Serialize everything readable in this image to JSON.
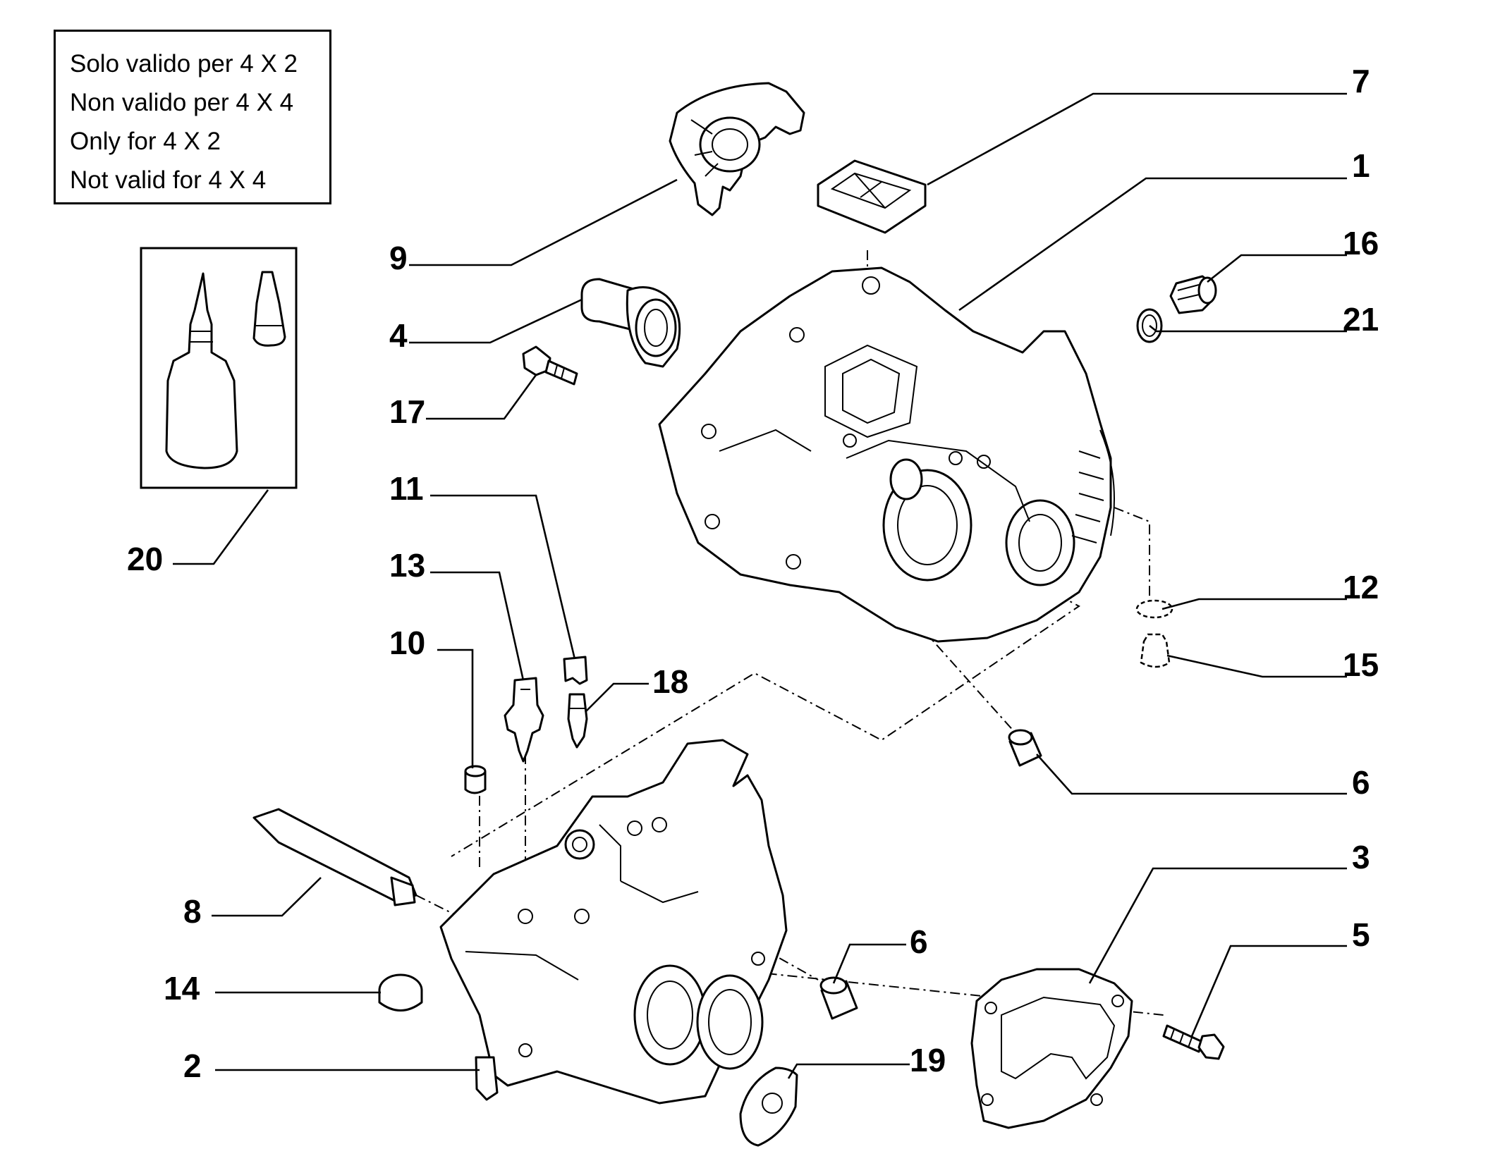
{
  "note": {
    "lines": [
      "Solo valido per 4 X 2",
      "Non valido per 4 X 4",
      "Only for 4 X 2",
      "Not valid for 4 X 4"
    ]
  },
  "callouts": [
    {
      "id": "c1",
      "label": "1"
    },
    {
      "id": "c2",
      "label": "2"
    },
    {
      "id": "c3",
      "label": "3"
    },
    {
      "id": "c4",
      "label": "4"
    },
    {
      "id": "c5",
      "label": "5"
    },
    {
      "id": "c6a",
      "label": "6"
    },
    {
      "id": "c6b",
      "label": "6"
    },
    {
      "id": "c7",
      "label": "7"
    },
    {
      "id": "c8",
      "label": "8"
    },
    {
      "id": "c9",
      "label": "9"
    },
    {
      "id": "c10",
      "label": "10"
    },
    {
      "id": "c11",
      "label": "11"
    },
    {
      "id": "c12",
      "label": "12"
    },
    {
      "id": "c13",
      "label": "13"
    },
    {
      "id": "c14",
      "label": "14"
    },
    {
      "id": "c15",
      "label": "15"
    },
    {
      "id": "c16",
      "label": "16"
    },
    {
      "id": "c17",
      "label": "17"
    },
    {
      "id": "c18",
      "label": "18"
    },
    {
      "id": "c19",
      "label": "19"
    },
    {
      "id": "c20",
      "label": "20"
    },
    {
      "id": "c21",
      "label": "21"
    }
  ]
}
